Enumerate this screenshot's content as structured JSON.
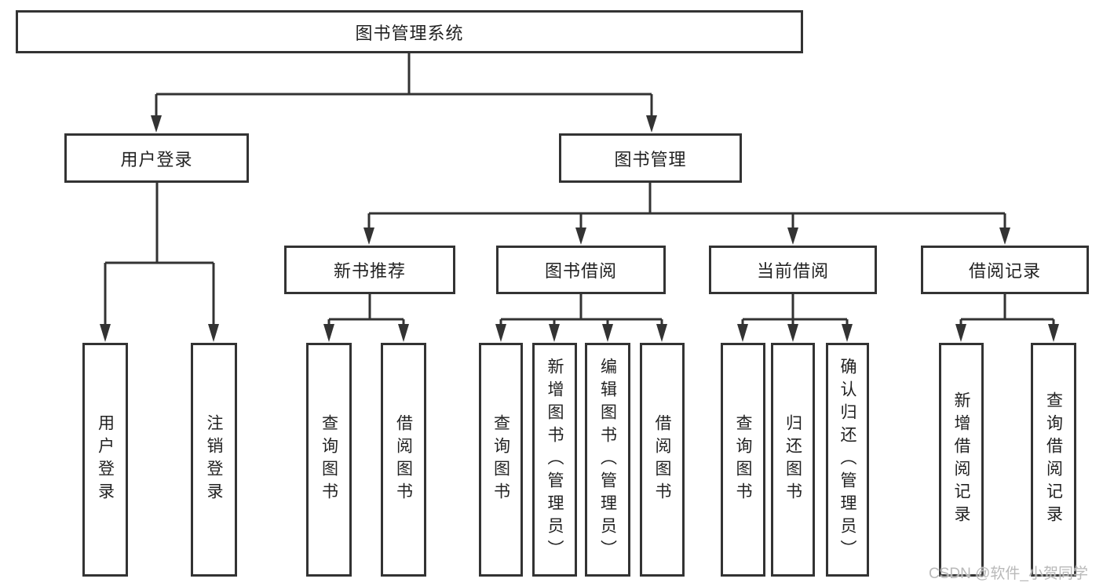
{
  "root": {
    "label": "图书管理系统",
    "children": [
      {
        "label": "用户登录",
        "children": [
          {
            "label": "用户登录"
          },
          {
            "label": "注销登录"
          }
        ]
      },
      {
        "label": "图书管理",
        "children": [
          {
            "label": "新书推荐",
            "children": [
              {
                "label": "查询图书"
              },
              {
                "label": "借阅图书"
              }
            ]
          },
          {
            "label": "图书借阅",
            "children": [
              {
                "label": "查询图书"
              },
              {
                "label": "新增图书（管理员）"
              },
              {
                "label": "编辑图书（管理员）"
              },
              {
                "label": "借阅图书"
              }
            ]
          },
          {
            "label": "当前借阅",
            "children": [
              {
                "label": "查询图书"
              },
              {
                "label": "归还图书"
              },
              {
                "label": "确认归还（管理员）"
              }
            ]
          },
          {
            "label": "借阅记录",
            "children": [
              {
                "label": "新增借阅记录"
              },
              {
                "label": "查询借阅记录"
              }
            ]
          }
        ]
      }
    ]
  },
  "watermark": {
    "text": "CSDN @软件_小贺同学"
  },
  "colors": {
    "line": "#333333",
    "text": "#222222",
    "background": "#ffffff",
    "watermark": "#b9b9b9"
  }
}
